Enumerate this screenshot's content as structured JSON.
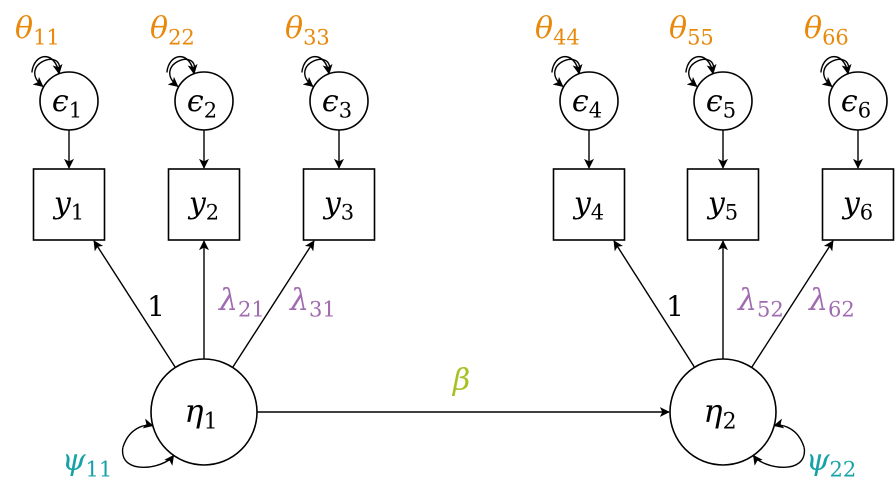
{
  "diagram": {
    "type": "structural-equation-model",
    "colors": {
      "theta": "#E8890C",
      "lambda": "#A06CB0",
      "psi": "#17A2A8",
      "beta": "#A8C020",
      "fixed": "#000000"
    },
    "latent_factors": [
      {
        "id": "eta1",
        "symbol": "η",
        "index": "1",
        "variance": {
          "symbol": "ψ",
          "index": "11"
        }
      },
      {
        "id": "eta2",
        "symbol": "η",
        "index": "2",
        "variance": {
          "symbol": "ψ",
          "index": "22"
        }
      }
    ],
    "indicators": [
      {
        "id": "y1",
        "symbol": "y",
        "index": "1",
        "factor": "eta1",
        "loading": {
          "text": "1",
          "symbol": "",
          "index": "",
          "fixed": true
        },
        "error": {
          "symbol": "ϵ",
          "index": "1",
          "variance": {
            "symbol": "θ",
            "index": "11"
          }
        }
      },
      {
        "id": "y2",
        "symbol": "y",
        "index": "2",
        "factor": "eta1",
        "loading": {
          "text": "",
          "symbol": "λ",
          "index": "21",
          "fixed": false
        },
        "error": {
          "symbol": "ϵ",
          "index": "2",
          "variance": {
            "symbol": "θ",
            "index": "22"
          }
        }
      },
      {
        "id": "y3",
        "symbol": "y",
        "index": "3",
        "factor": "eta1",
        "loading": {
          "text": "",
          "symbol": "λ",
          "index": "31",
          "fixed": false
        },
        "error": {
          "symbol": "ϵ",
          "index": "3",
          "variance": {
            "symbol": "θ",
            "index": "33"
          }
        }
      },
      {
        "id": "y4",
        "symbol": "y",
        "index": "4",
        "factor": "eta2",
        "loading": {
          "text": "1",
          "symbol": "",
          "index": "",
          "fixed": true
        },
        "error": {
          "symbol": "ϵ",
          "index": "4",
          "variance": {
            "symbol": "θ",
            "index": "44"
          }
        }
      },
      {
        "id": "y5",
        "symbol": "y",
        "index": "5",
        "factor": "eta2",
        "loading": {
          "text": "",
          "symbol": "λ",
          "index": "52",
          "fixed": false
        },
        "error": {
          "symbol": "ϵ",
          "index": "5",
          "variance": {
            "symbol": "θ",
            "index": "55"
          }
        }
      },
      {
        "id": "y6",
        "symbol": "y",
        "index": "6",
        "factor": "eta2",
        "loading": {
          "text": "",
          "symbol": "λ",
          "index": "62",
          "fixed": false
        },
        "error": {
          "symbol": "ϵ",
          "index": "6",
          "variance": {
            "symbol": "θ",
            "index": "66"
          }
        }
      }
    ],
    "regression": {
      "from": "eta1",
      "to": "eta2",
      "symbol": "β",
      "index": ""
    }
  }
}
